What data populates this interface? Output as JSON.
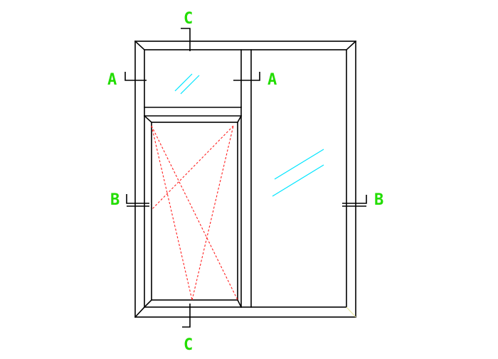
{
  "section_labels": {
    "a_left": "A",
    "a_right": "A",
    "b_left": "B",
    "b_right": "B",
    "c_top": "C",
    "c_bottom": "C"
  },
  "colors": {
    "frame": "#000000",
    "glass_hatch": "#00e5ff",
    "opening_lines": "#ff2020",
    "section_marks": "#22dd00"
  }
}
